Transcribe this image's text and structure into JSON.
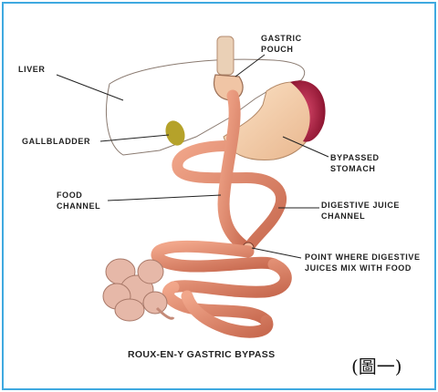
{
  "diagram": {
    "title": "ROUX-EN-Y GASTRIC BYPASS",
    "figure_note": "(圖一)",
    "labels": {
      "liver": "Liver",
      "gallbladder": "Gallbladder",
      "gastric_pouch": "Gastric\nPouch",
      "bypassed_stomach": "Bypassed\nStomach",
      "food_channel": "Food\nChannel",
      "digestive_juice_channel": "Digestive Juice\nChannel",
      "junction": "Point where Digestive\nJuices Mix with Food"
    },
    "colors": {
      "border": "#3fa9e0",
      "intestine": "#e0876a",
      "stomach": "#f3c9a0",
      "stomach_rim": "#b8284a",
      "gallbladder": "#b5a22a",
      "pancreas": "#e6b8a8"
    }
  }
}
